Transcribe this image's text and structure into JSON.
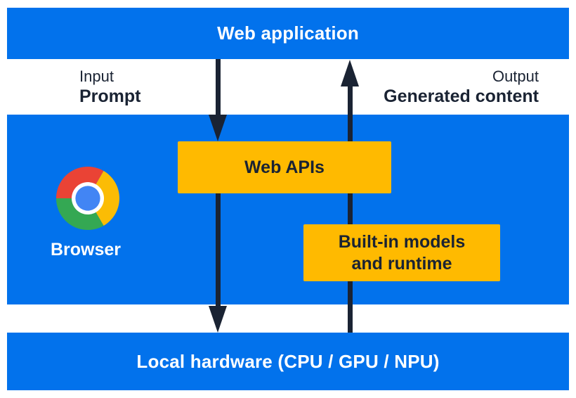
{
  "colors": {
    "blue": "#0272EC",
    "yellow": "#FFBA00",
    "dark": "#1A2333",
    "chrome_red": "#EA4335",
    "chrome_green": "#34A853",
    "chrome_yellow": "#FBBC05",
    "chrome_blue": "#4285F4"
  },
  "layers": {
    "web_application": {
      "label": "Web application"
    },
    "browser": {
      "label": "Browser"
    },
    "local_hardware": {
      "label": "Local hardware (CPU / GPU / NPU)"
    }
  },
  "boxes": {
    "web_apis": {
      "label": "Web APIs"
    },
    "builtin_models": {
      "lines": [
        "Built-in models",
        "and runtime"
      ]
    }
  },
  "flows": {
    "input": {
      "caption": "Input",
      "label": "Prompt"
    },
    "output": {
      "caption": "Output",
      "label": "Generated content"
    }
  }
}
